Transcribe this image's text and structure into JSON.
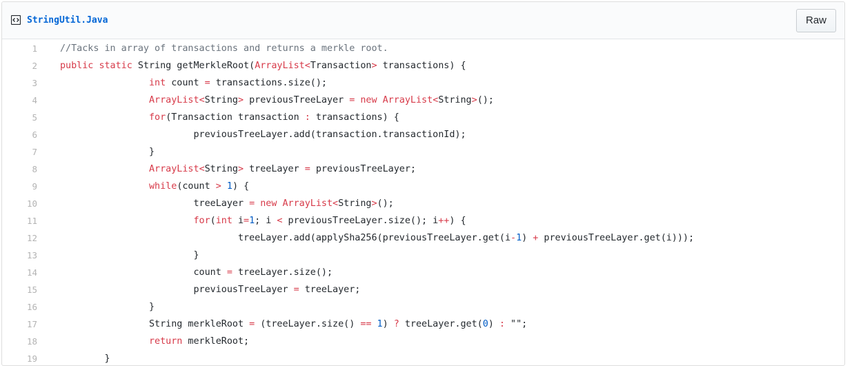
{
  "file": {
    "name": "StringUtil.Java",
    "icon": "code-file-icon",
    "raw_label": "Raw"
  },
  "code": {
    "lines": [
      {
        "n": "1",
        "text": "//Tacks in array of transactions and returns a merkle root."
      },
      {
        "n": "2",
        "text": "public static String getMerkleRoot(ArrayList<Transaction> transactions) {"
      },
      {
        "n": "3",
        "text": "                int count = transactions.size();"
      },
      {
        "n": "4",
        "text": "                ArrayList<String> previousTreeLayer = new ArrayList<String>();"
      },
      {
        "n": "5",
        "text": "                for(Transaction transaction : transactions) {"
      },
      {
        "n": "6",
        "text": "                        previousTreeLayer.add(transaction.transactionId);"
      },
      {
        "n": "7",
        "text": "                }"
      },
      {
        "n": "8",
        "text": "                ArrayList<String> treeLayer = previousTreeLayer;"
      },
      {
        "n": "9",
        "text": "                while(count > 1) {"
      },
      {
        "n": "10",
        "text": "                        treeLayer = new ArrayList<String>();"
      },
      {
        "n": "11",
        "text": "                        for(int i=1; i < previousTreeLayer.size(); i++) {"
      },
      {
        "n": "12",
        "text": "                                treeLayer.add(applySha256(previousTreeLayer.get(i-1) + previousTreeLayer.get(i)));"
      },
      {
        "n": "13",
        "text": "                        }"
      },
      {
        "n": "14",
        "text": "                        count = treeLayer.size();"
      },
      {
        "n": "15",
        "text": "                        previousTreeLayer = treeLayer;"
      },
      {
        "n": "16",
        "text": "                }"
      },
      {
        "n": "17",
        "text": "                String merkleRoot = (treeLayer.size() == 1) ? treeLayer.get(0) : \"\";"
      },
      {
        "n": "18",
        "text": "                return merkleRoot;"
      },
      {
        "n": "19",
        "text": "        }"
      }
    ]
  }
}
